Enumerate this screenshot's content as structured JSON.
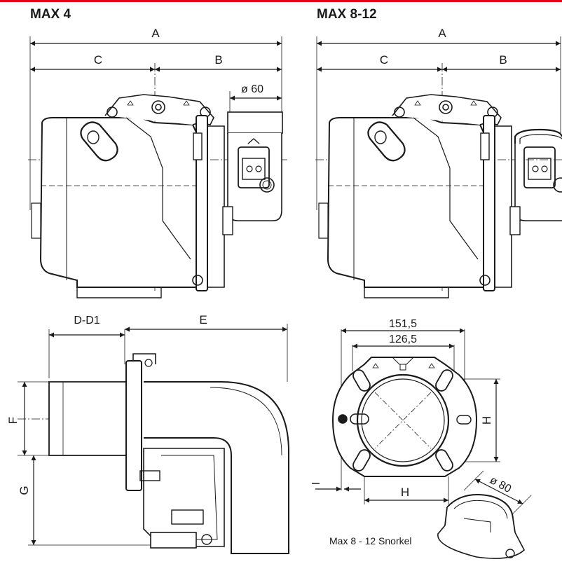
{
  "colors": {
    "accent": "#e3001b",
    "ink": "#1a1a1a",
    "body": "#ffffff"
  },
  "titles": {
    "left": "MAX 4",
    "right": "MAX 8-12"
  },
  "dims": {
    "A": "A",
    "B": "B",
    "C": "C",
    "d60": "ø 60",
    "D": "D-D1",
    "E": "E",
    "F": "F",
    "G": "G",
    "H": "H",
    "I": "I",
    "w151": "151,5",
    "w126": "126,5",
    "d80": "ø 80"
  },
  "caption": "Max 8 - 12 Snorkel"
}
